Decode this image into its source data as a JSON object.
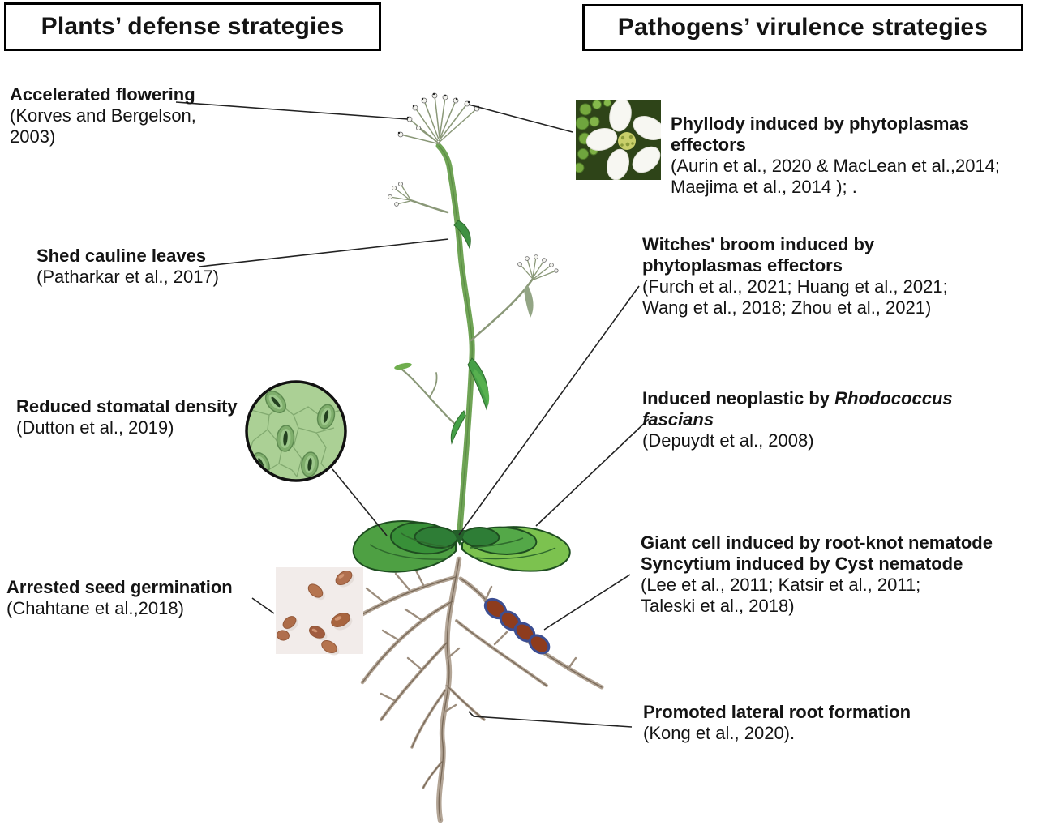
{
  "headers": {
    "left": "Plants’ defense strategies",
    "right": "Pathogens’ virulence strategies"
  },
  "left_annotations": [
    {
      "id": "accelerated-flowering",
      "title": "Accelerated flowering",
      "citation": "(Korves and Bergelson,\n2003)"
    },
    {
      "id": "shed-cauline-leaves",
      "title": "Shed cauline leaves",
      "citation": "(Patharkar et al., 2017)"
    },
    {
      "id": "reduced-stomatal-density",
      "title": "Reduced stomatal density",
      "citation": "(Dutton et al., 2019)"
    },
    {
      "id": "arrested-seed-germination",
      "title": "Arrested seed germination",
      "citation": "(Chahtane et al.,2018)"
    }
  ],
  "right_annotations": [
    {
      "id": "phyllody",
      "title": "Phyllody induced by phytoplasmas\neffectors",
      "citation": "(Aurin et al., 2020 & MacLean et al.,2014;\nMaejima et al., 2014 ); ."
    },
    {
      "id": "witches-broom",
      "title": "Witches' broom induced by\nphytoplasmas effectors",
      "citation": "(Furch et al., 2021; Huang et al., 2021;\nWang et al., 2018; Zhou et al., 2021)"
    },
    {
      "id": "induced-neoplastic",
      "title_plain": "Induced neoplastic by ",
      "title_italic": "Rhodococcus fascians",
      "citation": "(Depuydt et al., 2008)"
    },
    {
      "id": "giant-cell-syncytium",
      "title": "Giant cell induced by root-knot nematode\nSyncytium induced by Cyst nematode",
      "citation": "(Lee et al., 2011; Katsir et al., 2011;\nTaleski et al., 2018)"
    },
    {
      "id": "promoted-lateral-root",
      "title": "Promoted lateral root formation",
      "citation": "(Kong et al., 2020)."
    }
  ],
  "illustrations": {
    "plant": "arabidopsis plant with inflorescence, rosette and roots",
    "stomata_inset": "leaf epidermis close-up with stomata",
    "seeds_photo": "arrested brown seeds",
    "flower_photo": "phyllody white flower with green buds",
    "root_galls": "four nematode-induced galls on root"
  },
  "colors": {
    "text": "#141414",
    "line": "#222222",
    "stem_green": "#6fa455",
    "leaf_green": "#56a546",
    "leaf_light": "#7cc24f",
    "leaf_dark": "#389038",
    "root_tan": "#b3a596",
    "root_line": "#7a6a59",
    "gall_fill": "#8e3c1d",
    "gall_ring": "#3c4e92",
    "stomata_bg": "#abd095",
    "seeds_bg": "#f2ecea",
    "seed_brown": "#b06f4e",
    "petal_white": "#f7f7f2",
    "photo_bg": "#2e4418"
  }
}
